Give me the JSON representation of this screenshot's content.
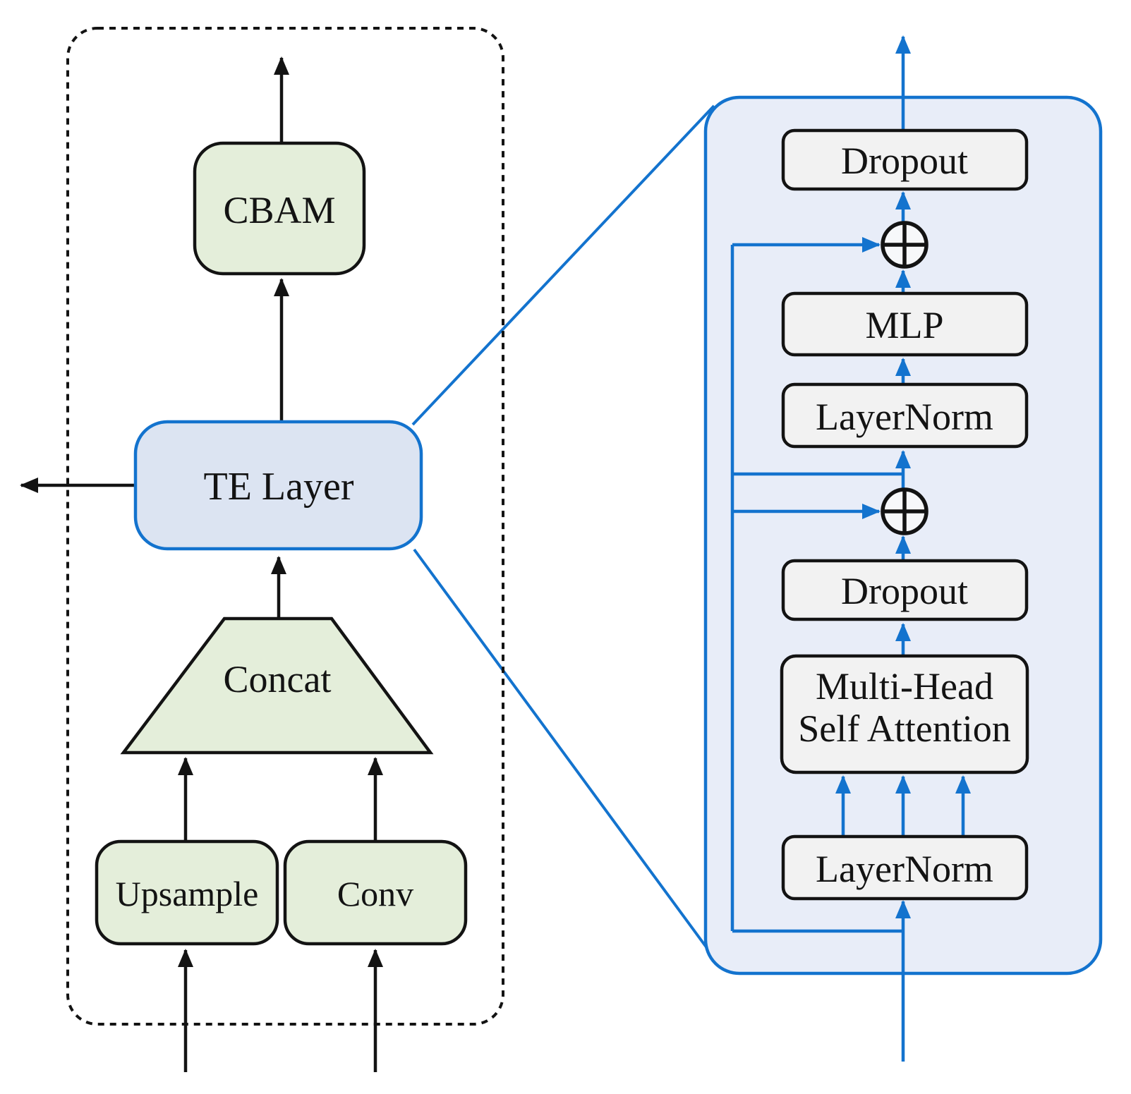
{
  "figure": {
    "description": "Neural network block diagram: left module expands into Transformer Encoder layer detail"
  },
  "colors": {
    "accent-blue": "#1373CE",
    "green-fill": "#E4EEDA",
    "te-fill": "#DCE4F2",
    "panel-fill": "#E8EDF8",
    "box-fill": "#F2F2F2",
    "ink": "#131313",
    "paper": "#FFFFFF"
  },
  "left": {
    "cbam": "CBAM",
    "te_layer": "TE Layer",
    "concat": "Concat",
    "upsample": "Upsample",
    "conv": "Conv"
  },
  "right": {
    "dropout_top": "Dropout",
    "mlp": "MLP",
    "layernorm_mlp": "LayerNorm",
    "dropout_attn": "Dropout",
    "mhsa_line1": "Multi-Head",
    "mhsa_line2": "Self Attention",
    "layernorm_attn": "LayerNorm"
  }
}
